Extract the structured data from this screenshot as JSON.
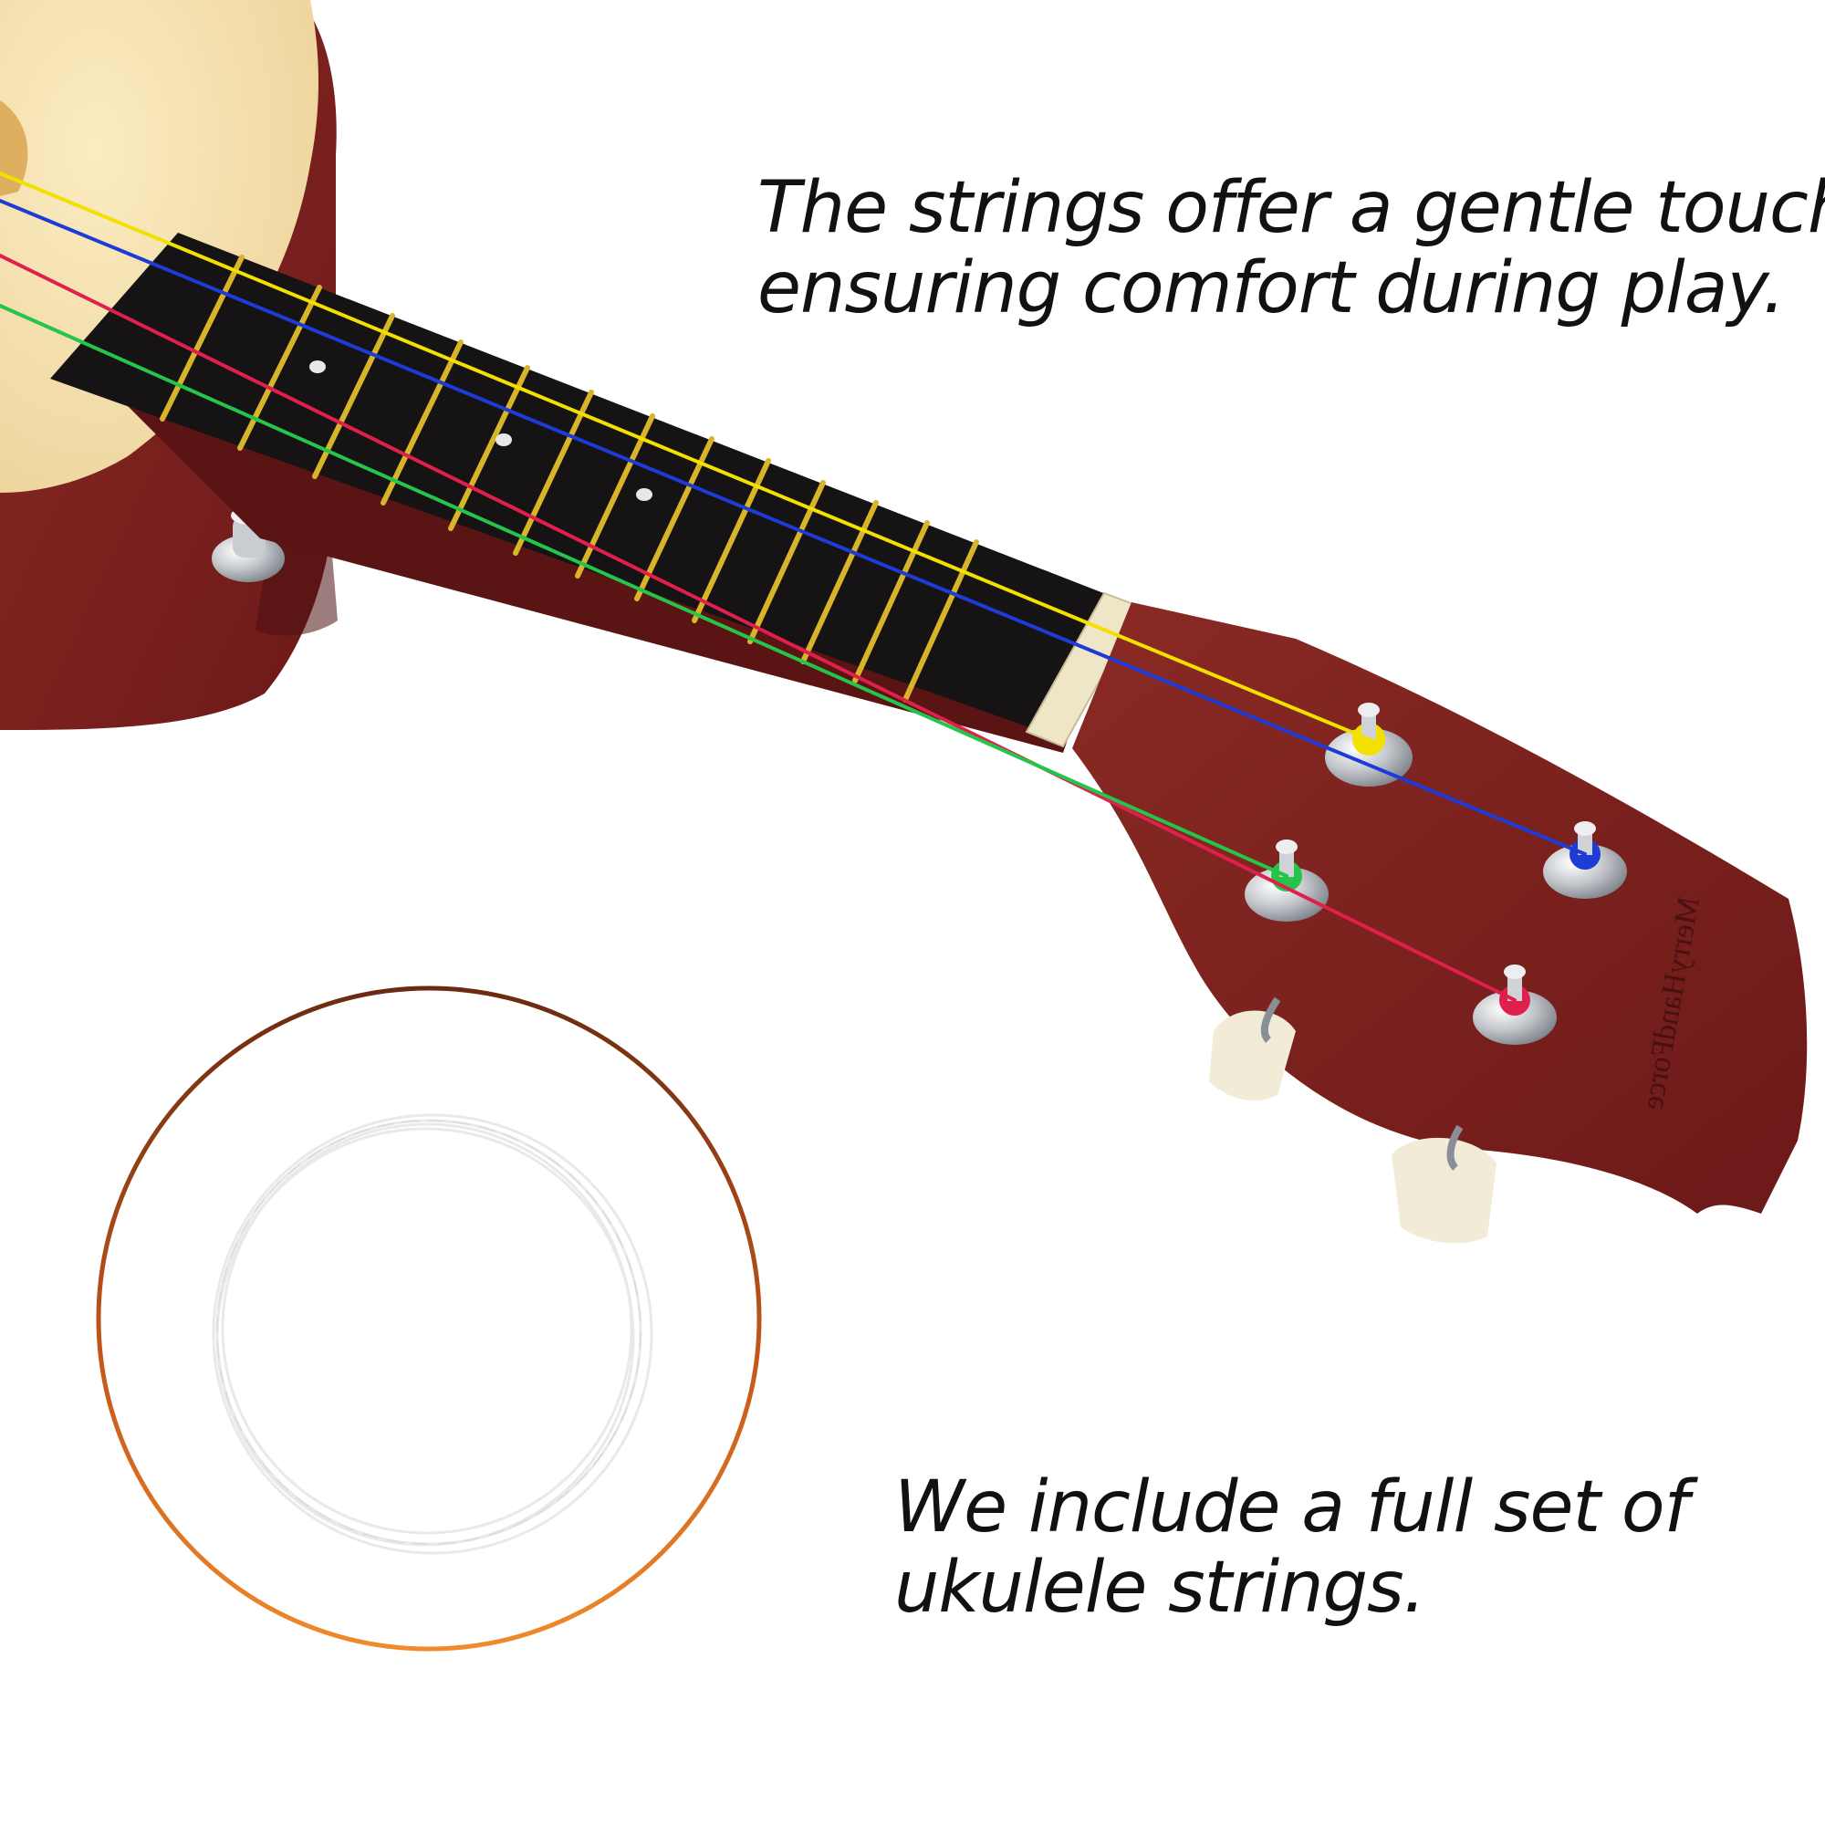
{
  "captions": {
    "top": {
      "line1": "The strings offer a gentle touch,",
      "line2": "ensuring comfort during play."
    },
    "bottom": {
      "line1": "We include a full set of",
      "line2": "ukulele strings."
    }
  },
  "headstock_brand": "MerryHandForce",
  "colors": {
    "background": "#ffffff",
    "text": "#111111",
    "body_wood": "#7a1d1d",
    "soundboard": "#f3dfae",
    "fretboard": "#151313",
    "frets": "#d8b42a",
    "string_yellow": "#f2e000",
    "string_blue": "#1f3bd6",
    "string_red": "#e0204c",
    "string_green": "#25c44a",
    "ring_orange": "#e07a22",
    "ring_brown": "#6b2a10"
  }
}
